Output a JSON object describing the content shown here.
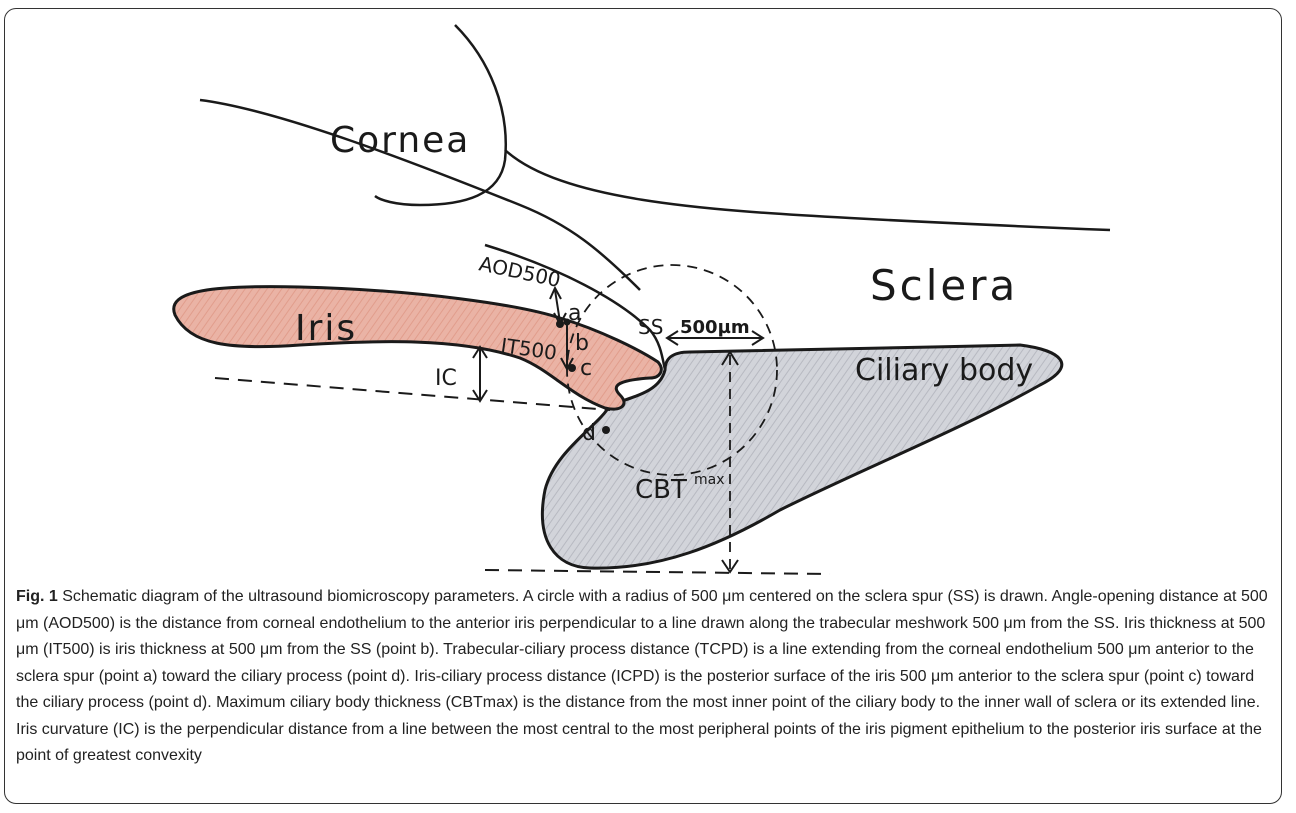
{
  "diagram": {
    "labels": {
      "cornea": "Cornea",
      "sclera": "Sclera",
      "iris": "Iris",
      "ciliary_body": "Ciliary body",
      "aod500": "AOD500",
      "it500": "IT500",
      "ic": "IC",
      "ss": "SS",
      "distance_500": "500µm",
      "cbt_max": "CBT",
      "cbt_max_sup": "max",
      "point_a": "a",
      "point_b": "b",
      "point_c": "c",
      "point_d": "d"
    },
    "colors": {
      "iris_fill": "#e8a898",
      "ciliary_fill": "#c8cad2",
      "ink": "#1a1a1a"
    }
  },
  "caption": {
    "figure_label": "Fig. 1",
    "text": "Schematic diagram of the ultrasound biomicroscopy parameters. A circle with a radius of 500 μm centered on the sclera spur (SS) is drawn. Angle-opening distance at 500 μm (AOD500) is the distance from corneal endothelium to the anterior iris perpendicular to a line drawn along the trabecular meshwork 500 μm from the SS. Iris thickness at 500 μm (IT500) is iris thickness at 500 μm from the SS (point b). Trabecular-ciliary process distance (TCPD) is a line extending from the corneal endothelium 500 μm anterior to the sclera spur (point a) toward the ciliary process (point d). Iris-ciliary process distance (ICPD) is the posterior surface of the iris 500 μm anterior to the sclera spur (point c) toward the ciliary process (point d). Maximum ciliary body thickness (CBTmax) is the distance from the most inner point of the ciliary body to the inner wall of sclera or its extended line. Iris curvature (IC) is the perpendicular distance from a line between the most central to the most peripheral points of the iris pigment epithelium to the posterior iris surface at the point of greatest convexity"
  }
}
